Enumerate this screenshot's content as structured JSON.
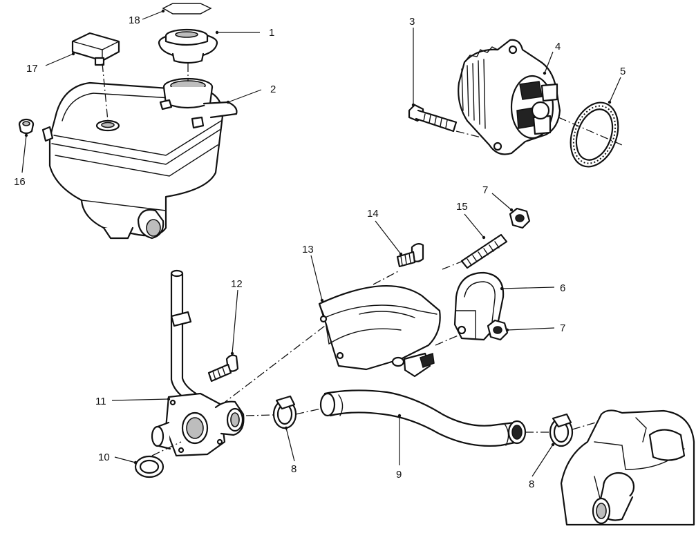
{
  "callouts": [
    {
      "id": "1",
      "label": "1"
    },
    {
      "id": "2",
      "label": "2"
    },
    {
      "id": "3",
      "label": "3"
    },
    {
      "id": "4",
      "label": "4"
    },
    {
      "id": "5",
      "label": "5"
    },
    {
      "id": "6",
      "label": "6"
    },
    {
      "id": "7a",
      "label": "7"
    },
    {
      "id": "7b",
      "label": "7"
    },
    {
      "id": "8a",
      "label": "8"
    },
    {
      "id": "8b",
      "label": "8"
    },
    {
      "id": "9",
      "label": "9"
    },
    {
      "id": "10",
      "label": "10"
    },
    {
      "id": "11",
      "label": "11"
    },
    {
      "id": "12",
      "label": "12"
    },
    {
      "id": "13",
      "label": "13"
    },
    {
      "id": "14",
      "label": "14"
    },
    {
      "id": "15",
      "label": "15"
    },
    {
      "id": "16",
      "label": "16"
    },
    {
      "id": "17",
      "label": "17"
    },
    {
      "id": "18",
      "label": "18"
    }
  ]
}
